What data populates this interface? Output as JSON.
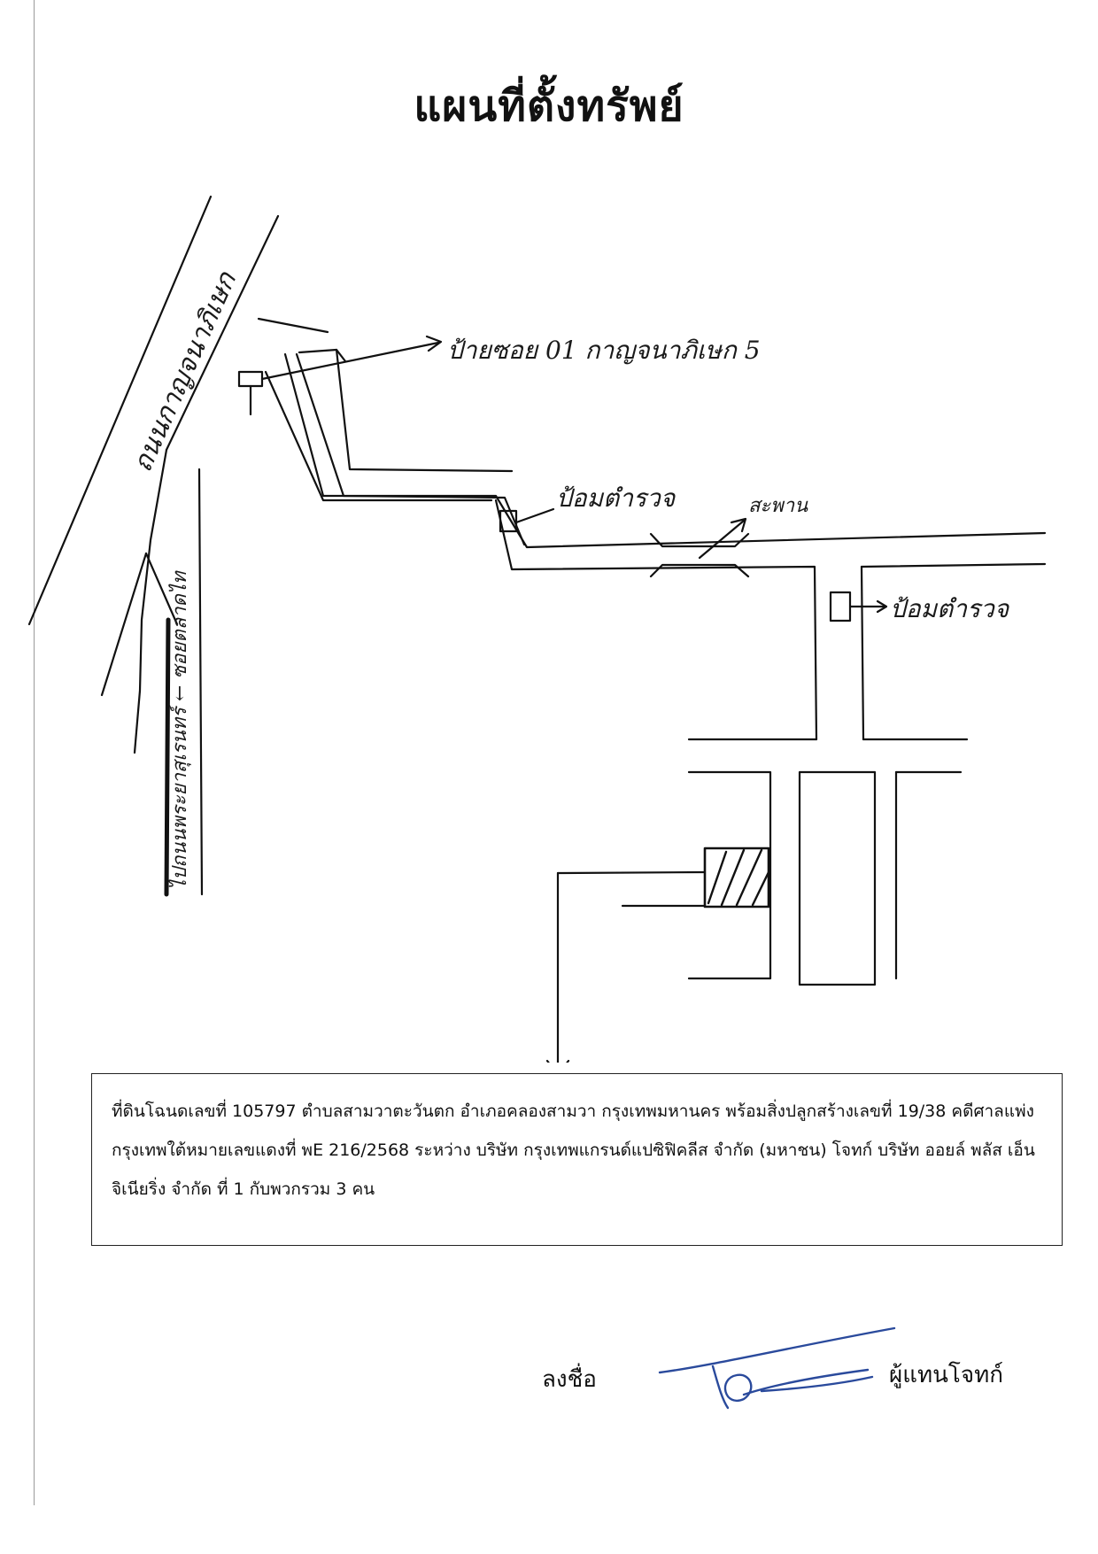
{
  "title": "แผนที่ตั้งทรัพย์",
  "map": {
    "road_main": "ถนนกาญจนาภิเษก",
    "road_side": "ไปถนนพระยาสุเรนทร์ ← ซอยตลาดไท",
    "sign_label": "ป้ายซอย 01 กาญจนาภิเษก 5",
    "police_box_1": "ป้อมตำรวจ",
    "bridge_label": "สะพาน",
    "police_box_2": "ป้อมตำรวจ"
  },
  "description": "ที่ดินโฉนดเลขที่ 105797 ตำบลสามวาตะวันตก อำเภอคลองสามวา กรุงเทพมหานคร พร้อมสิ่งปลูกสร้างเลขที่ 19/38 คดีศาลแพ่งกรุงเทพใต้หมายเลขแดงที่ พE 216/2568 ระหว่าง บริษัท กรุงเทพแกรนด์แปซิฟิคลีส จำกัด (มหาชน) โจทก์ บริษัท ออยล์ พลัส เอ็นจิเนียริ่ง จำกัด ที่ 1 กับพวกรวม 3 คน",
  "sign_label": "ลงชื่อ",
  "signer_label": "ผู้แทนโจทก์",
  "colors": {
    "ink": "#111111",
    "signature": "#2a4a9c"
  }
}
